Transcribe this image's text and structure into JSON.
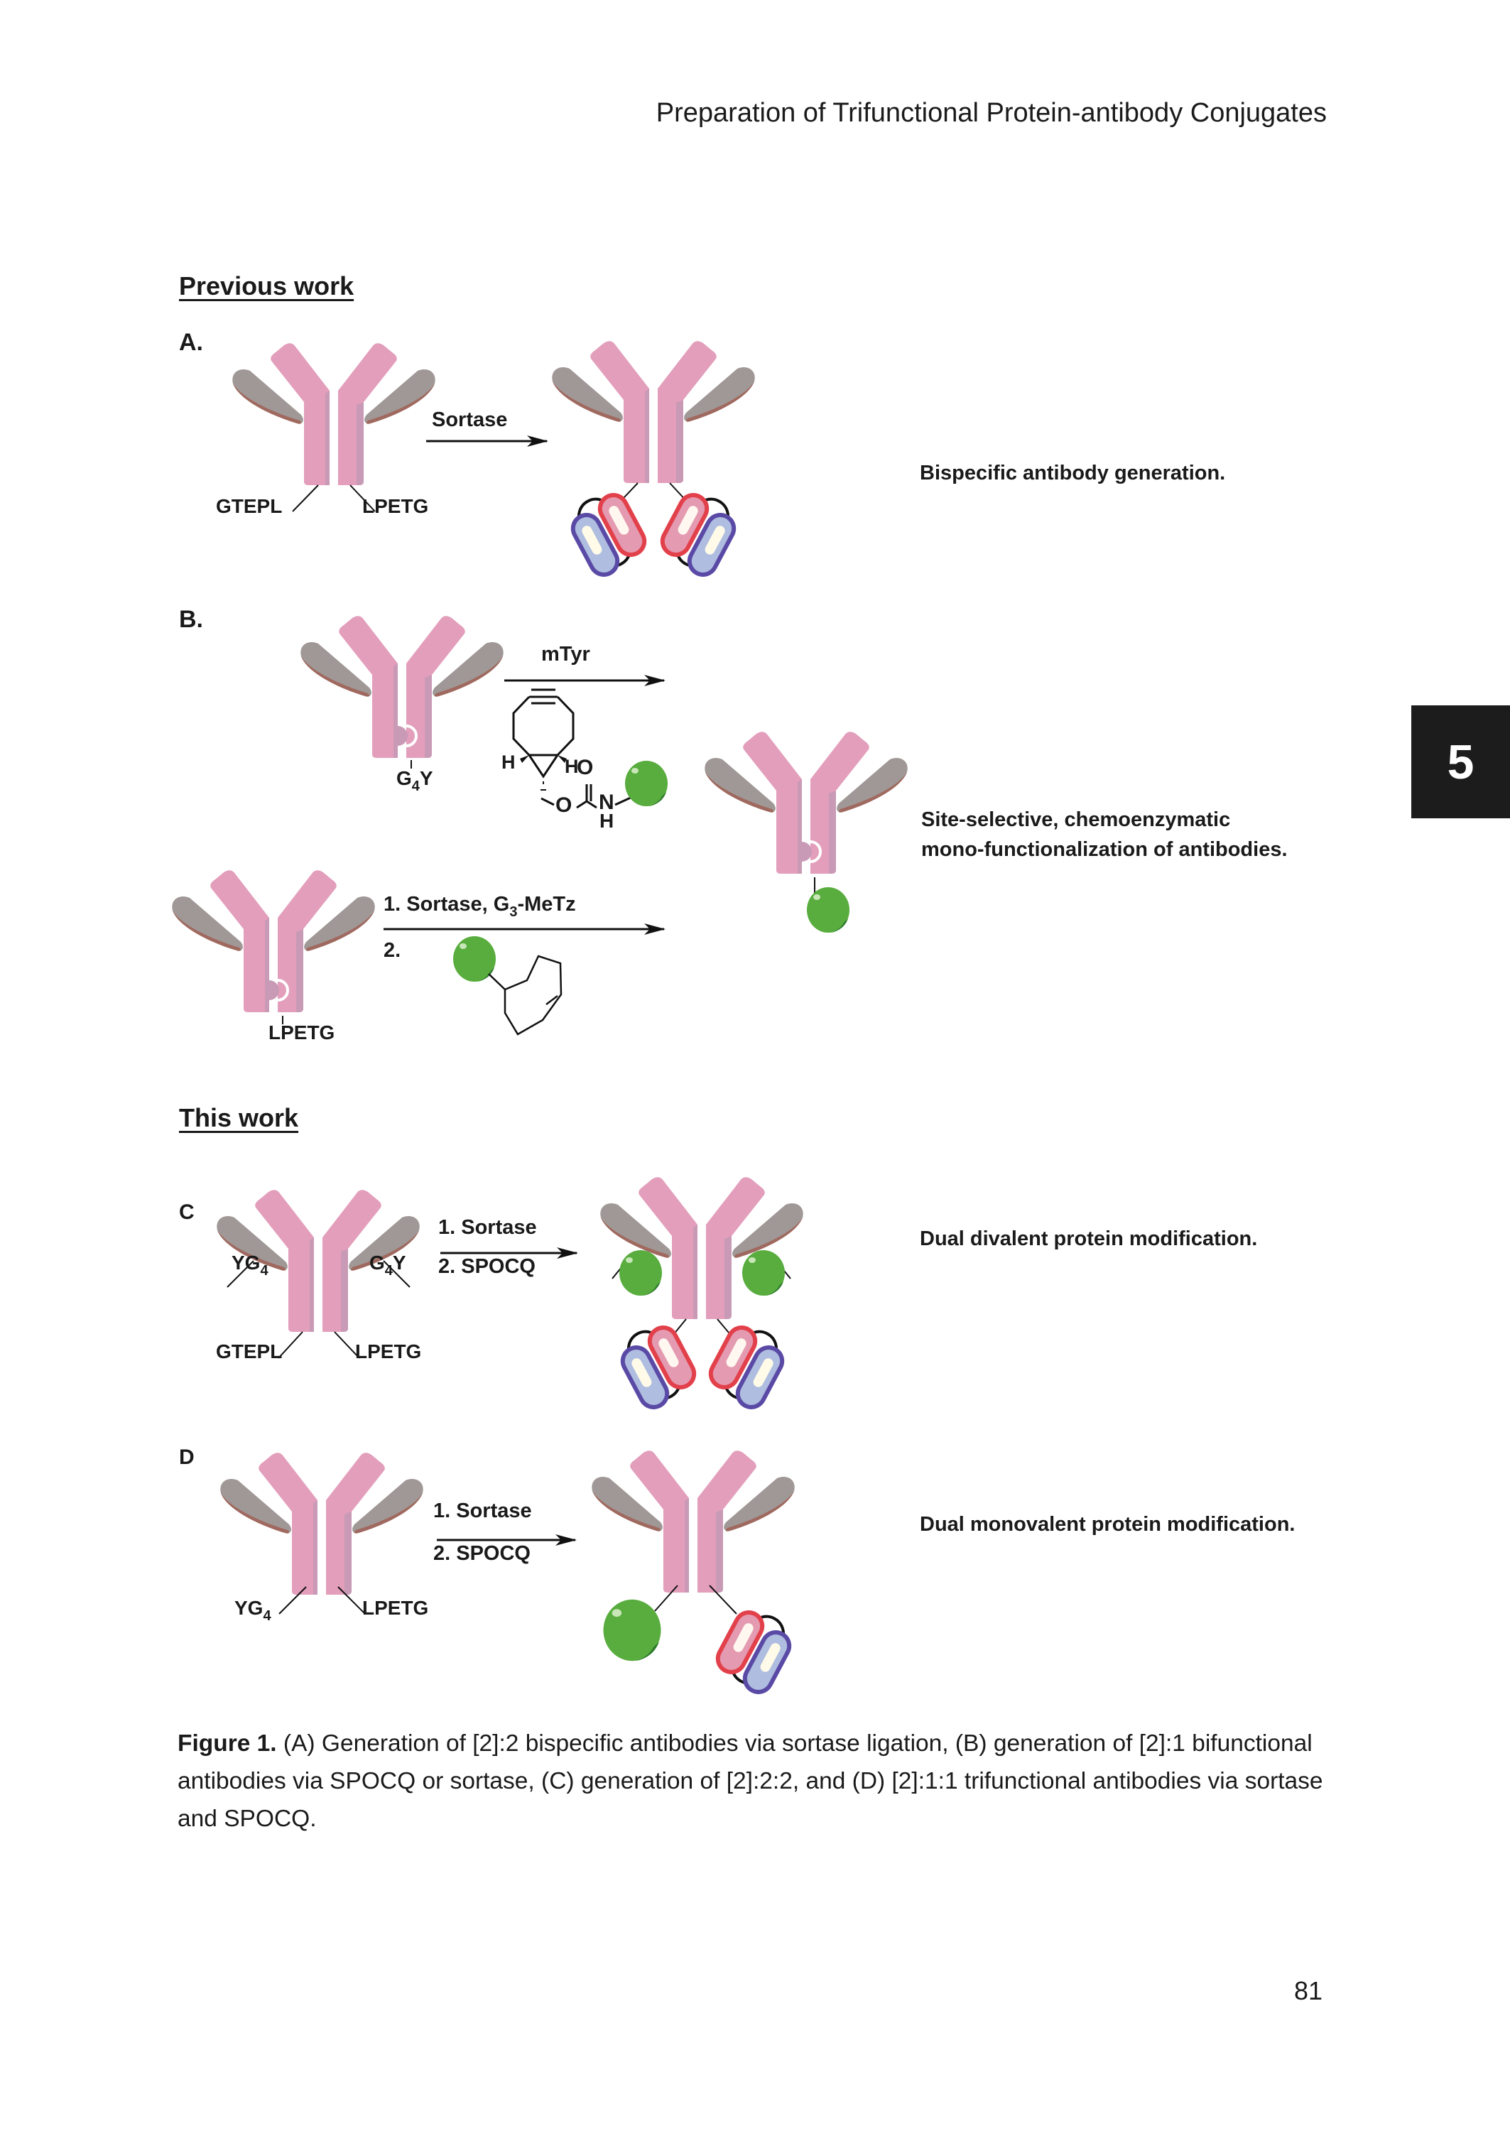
{
  "header": {
    "running_title": "Preparation of Trifunctional Protein-antibody Conjugates"
  },
  "chapter_tab": {
    "number": "5"
  },
  "colors": {
    "antibody_heavy": "#e39ebb",
    "antibody_shadow": "#c99ab6",
    "antibody_light": "#a09896",
    "antibody_light_edge": "#a0695f",
    "protein_green": "#58ad3e",
    "protein_red": "#e2404a",
    "protein_blue": "#5a4aa6",
    "text": "#1a1a1a",
    "tab_bg": "#1c1c1c"
  },
  "sections": {
    "previous_work": "Previous work",
    "this_work": "This work"
  },
  "panels": {
    "A": {
      "label": "A.",
      "left_tag": "GTEPL",
      "right_tag": "LPETG",
      "reagent": "Sortase",
      "description": "Bispecific antibody generation."
    },
    "B": {
      "label": "B.",
      "top_tag_main": "G",
      "top_tag_sub": "4",
      "top_tag_end": "Y",
      "top_reagent": "mTyr",
      "bcn_atoms": {
        "h_left": "H",
        "h_right": "H",
        "o_carbonyl": "O",
        "o_ester": "O",
        "n": "N",
        "nh": "H"
      },
      "bottom_tag": "LPETG",
      "step1_prefix": "1.  Sortase, G",
      "step1_sub": "3",
      "step1_suffix": "-MeTz",
      "step2": "2.",
      "description_line1": "Site-selective, chemoenzymatic",
      "description_line2": "mono-functionalization of antibodies."
    },
    "C": {
      "label": "C",
      "left_upper_main": "YG",
      "left_upper_sub": "4",
      "right_upper_main": "G",
      "right_upper_sub": "4",
      "right_upper_end": "Y",
      "left_lower": "GTEPL",
      "right_lower": "LPETG",
      "step1": "1. Sortase",
      "step2": "2. SPOCQ",
      "description": "Dual divalent protein modification."
    },
    "D": {
      "label": "D",
      "left_tag_main": "YG",
      "left_tag_sub": "4",
      "right_tag": "LPETG",
      "step1": "1. Sortase",
      "step2": "2. SPOCQ",
      "description": "Dual monovalent protein modification."
    }
  },
  "caption": {
    "label": "Figure 1.",
    "text": " (A) Generation of [2]:2 bispecific antibodies via sortase ligation, (B) generation of [2]:1 bifunctional antibodies via SPOCQ or sortase, (C) generation of [2]:2:2, and (D) [2]:1:1 trifunctional antibodies via sortase and SPOCQ."
  },
  "footer": {
    "page_number": "81"
  }
}
